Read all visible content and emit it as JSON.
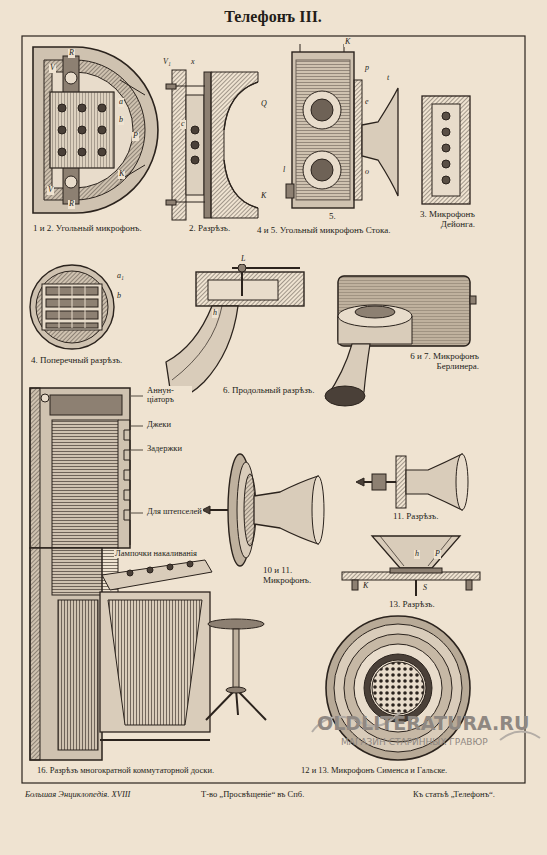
{
  "diagram": {
    "title": "Телефонъ III.",
    "labels": [
      "1 и 2. Угольный микрофонъ.",
      "2. Разрѣзъ.",
      "5.",
      "4 и 5. Угольный микрофонъ Стока.",
      "3. Микрофонъ Дейонга.",
      "4. Поперечный разрѣзъ.",
      "6. Продольный разрѣзъ.",
      "6 и 7. Микрофонъ Берлинера.",
      "Аннун- ціаторъ",
      "Джеки",
      "Задержки",
      "Для штепселей",
      "Лампочки накаливанія",
      "10 и 11. Микрофонъ.",
      "11. Разрѣзъ.",
      "13. Разрѣзъ.",
      "16. Разрѣзъ многократной коммутаторной доски.",
      "12 и 13. Микрофонъ Сименса и Гальске.",
      "Большая Энциклопедія. XVIII",
      "Т-во „Просвѣщеніе“ въ Спб.",
      "Къ статьѣ „Телефонъ“.",
      "OLDLITERATURA.RU",
      "МАГАЗИН СТАРИННЫХ ГРАВЮР",
      "R",
      "V",
      "a",
      "b",
      "P",
      "K",
      "V",
      "R",
      "V₁",
      "x",
      "Q",
      "c",
      "K",
      "K",
      "p",
      "e",
      "t",
      "o",
      "l",
      "a₁",
      "b",
      "L",
      "h",
      "h",
      "P",
      "K",
      "S"
    ]
  }
}
